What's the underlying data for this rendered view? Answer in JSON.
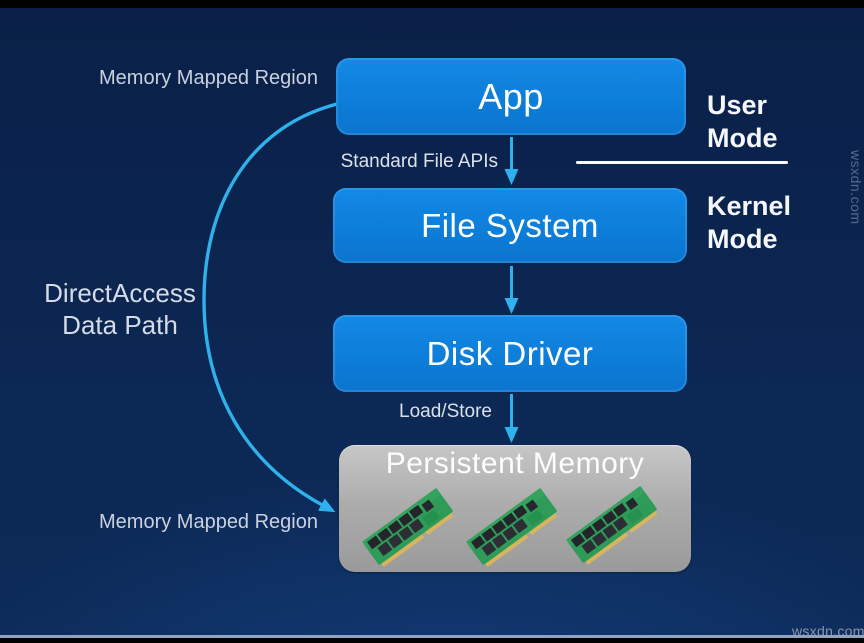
{
  "colors": {
    "background_navy": "#0C2753",
    "node_blue": "#0E82DC",
    "arrow_cyan": "#2FB1EC",
    "panel_gray": "#ADADAD",
    "mode_divider_white": "#F8FAFC",
    "text_primary": "#FFFFFF",
    "text_dim": "#C9D1DE"
  },
  "diagram": {
    "nodes": [
      {
        "id": "app",
        "label": "App"
      },
      {
        "id": "file-system",
        "label": "File System"
      },
      {
        "id": "disk-driver",
        "label": "Disk Driver"
      },
      {
        "id": "persistent-memory",
        "label": "Persistent Memory"
      }
    ],
    "edges": [
      {
        "from": "app",
        "to": "file-system",
        "label": "Standard File APIs",
        "style": "straight-down-arrow"
      },
      {
        "from": "file-system",
        "to": "disk-driver",
        "label": "",
        "style": "straight-down-arrow"
      },
      {
        "from": "disk-driver",
        "to": "persistent-memory",
        "label": "Load/Store",
        "style": "straight-down-arrow"
      },
      {
        "from": "app",
        "to": "persistent-memory",
        "label": "DirectAccess Data Path",
        "style": "curved-arrow"
      }
    ]
  },
  "labels": {
    "memory_mapped_top": "Memory Mapped Region",
    "memory_mapped_bottom": "Memory Mapped Region",
    "direct_access_line1": "DirectAccess",
    "direct_access_line2": "Data Path",
    "user_mode_line1": "User",
    "user_mode_line2": "Mode",
    "kernel_mode_line1": "Kernel",
    "kernel_mode_line2": "Mode"
  },
  "watermark": {
    "bottom_right": "wsxdn.com",
    "right_edge": "wsxdn.com"
  },
  "icons": {
    "memory_module": "memory-dimm-icon",
    "down_arrow": "down-arrow-icon",
    "curved_arrow": "curved-arrow-icon"
  }
}
